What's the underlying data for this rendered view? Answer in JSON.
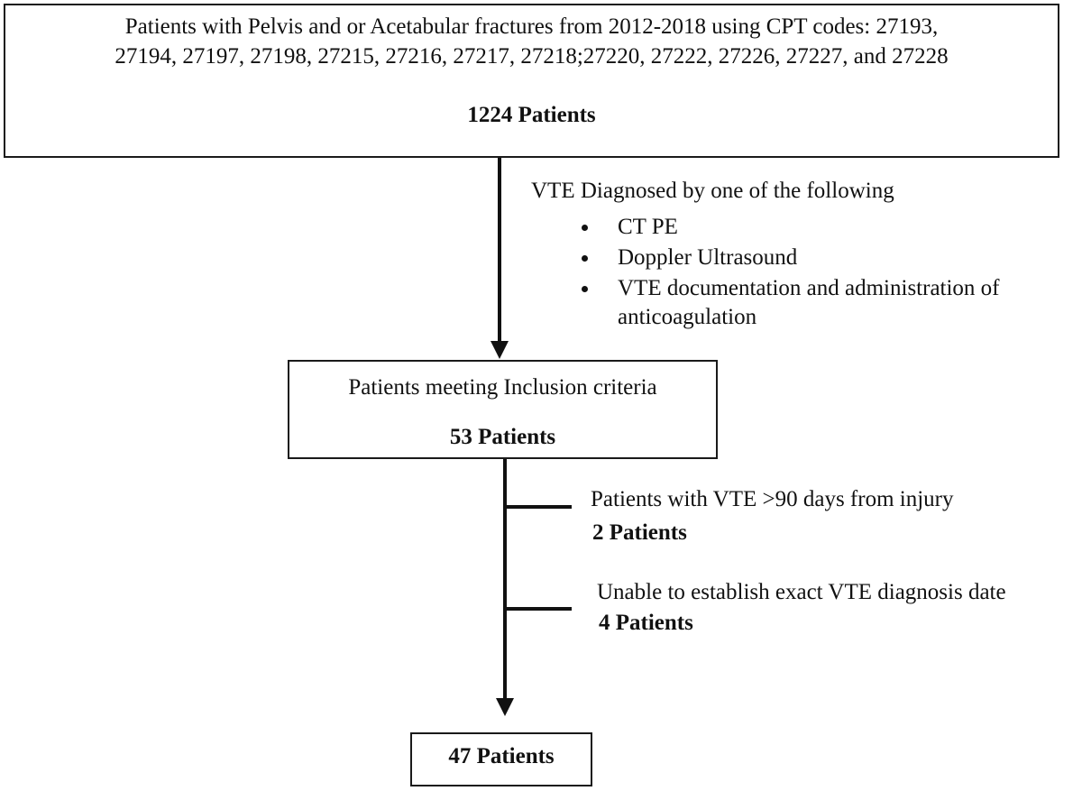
{
  "flowchart": {
    "initial_box": {
      "line1": "Patients with Pelvis and or Acetabular fractures from 2012-2018 using CPT codes: 27193,",
      "line2": "27194, 27197, 27198, 27215, 27216, 27217, 27218;27220, 27222, 27226, 27227, and 27228",
      "count": "1224 Patients"
    },
    "vte_criteria": {
      "heading": "VTE Diagnosed by one of the following",
      "items": [
        "CT PE",
        "Doppler Ultrasound",
        "VTE documentation and administration of",
        "anticoagulation"
      ]
    },
    "inclusion_box": {
      "label": "Patients meeting Inclusion criteria",
      "count": "53 Patients"
    },
    "exclusions": [
      {
        "label": "Patients with VTE >90 days from injury",
        "count": "2 Patients"
      },
      {
        "label": "Unable to establish exact VTE diagnosis date",
        "count": "4 Patients"
      }
    ],
    "final_box": {
      "count": "47 Patients"
    }
  }
}
